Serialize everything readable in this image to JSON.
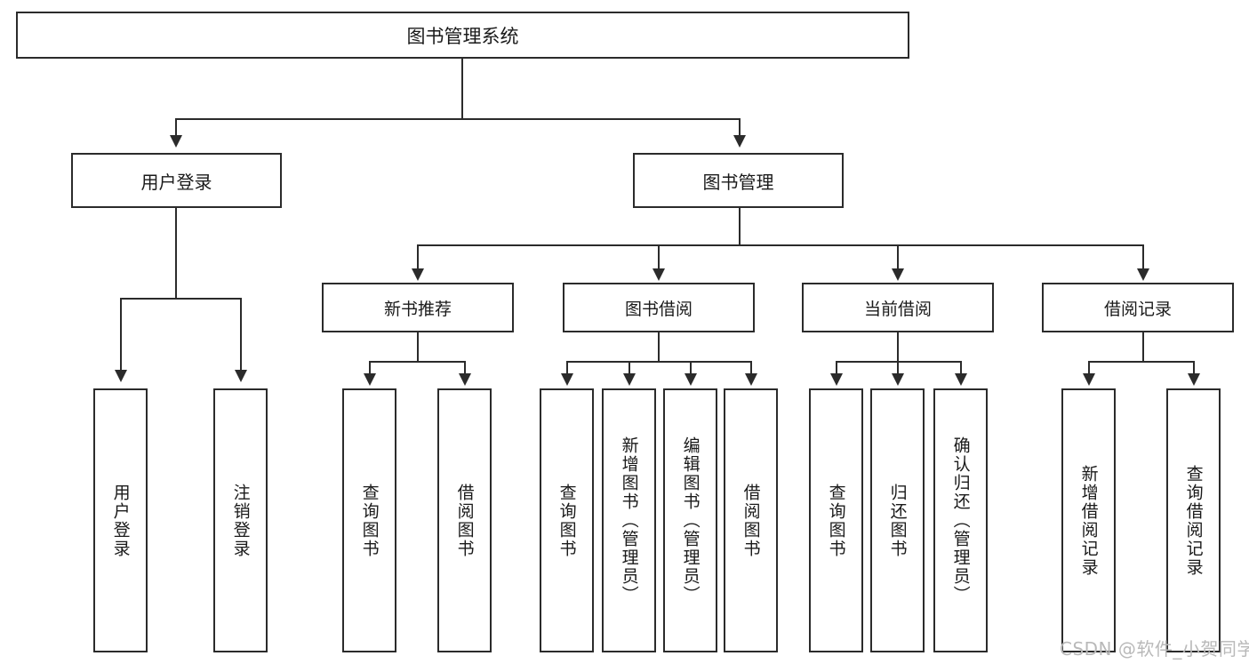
{
  "diagram": {
    "type": "tree-hierarchy",
    "title": "图书管理系统",
    "watermark": "CSDN @软件_小贺同学",
    "colors": {
      "box_border": "#2b2b2b",
      "box_fill": "#ffffff",
      "connector": "#2b2b2b",
      "text": "#1a1a1a",
      "watermark": "#b9b9b9",
      "background": "#ffffff"
    },
    "nodes": {
      "root": {
        "id": "root",
        "label": "图书管理系统",
        "level": 0
      },
      "l1_user_login": {
        "id": "l1_user_login",
        "label": "用户登录",
        "level": 1,
        "parent": "root"
      },
      "l1_book_mgmt": {
        "id": "l1_book_mgmt",
        "label": "图书管理",
        "level": 1,
        "parent": "root"
      },
      "l2_new_book_rec": {
        "id": "l2_new_book_rec",
        "label": "新书推荐",
        "level": 2,
        "parent": "l1_book_mgmt"
      },
      "l2_book_borrow": {
        "id": "l2_book_borrow",
        "label": "图书借阅",
        "level": 2,
        "parent": "l1_book_mgmt"
      },
      "l2_current_borrow": {
        "id": "l2_current_borrow",
        "label": "当前借阅",
        "level": 2,
        "parent": "l1_book_mgmt"
      },
      "l2_borrow_record": {
        "id": "l2_borrow_record",
        "label": "借阅记录",
        "level": 2,
        "parent": "l1_book_mgmt"
      },
      "leaf_user_login": {
        "id": "leaf_user_login",
        "label": "用户登录",
        "level": 2,
        "parent": "l1_user_login"
      },
      "leaf_logout": {
        "id": "leaf_logout",
        "label": "注销登录",
        "level": 2,
        "parent": "l1_user_login"
      },
      "leaf_rec_query": {
        "id": "leaf_rec_query",
        "label": "查询图书",
        "level": 3,
        "parent": "l2_new_book_rec"
      },
      "leaf_rec_borrow": {
        "id": "leaf_rec_borrow",
        "label": "借阅图书",
        "level": 3,
        "parent": "l2_new_book_rec"
      },
      "leaf_bb_query": {
        "id": "leaf_bb_query",
        "label": "查询图书",
        "level": 3,
        "parent": "l2_book_borrow"
      },
      "leaf_bb_add": {
        "id": "leaf_bb_add",
        "label": "新增图书（管理员）",
        "level": 3,
        "parent": "l2_book_borrow"
      },
      "leaf_bb_edit": {
        "id": "leaf_bb_edit",
        "label": "编辑图书（管理员）",
        "level": 3,
        "parent": "l2_book_borrow"
      },
      "leaf_bb_borrow": {
        "id": "leaf_bb_borrow",
        "label": "借阅图书",
        "level": 3,
        "parent": "l2_book_borrow"
      },
      "leaf_cb_query": {
        "id": "leaf_cb_query",
        "label": "查询图书",
        "level": 3,
        "parent": "l2_current_borrow"
      },
      "leaf_cb_return": {
        "id": "leaf_cb_return",
        "label": "归还图书",
        "level": 3,
        "parent": "l2_current_borrow"
      },
      "leaf_cb_confirm": {
        "id": "leaf_cb_confirm",
        "label": "确认归还（管理员）",
        "level": 3,
        "parent": "l2_current_borrow"
      },
      "leaf_br_add": {
        "id": "leaf_br_add",
        "label": "新增借阅记录",
        "level": 3,
        "parent": "l2_borrow_record"
      },
      "leaf_br_query": {
        "id": "leaf_br_query",
        "label": "查询借阅记录",
        "level": 3,
        "parent": "l2_borrow_record"
      }
    }
  }
}
